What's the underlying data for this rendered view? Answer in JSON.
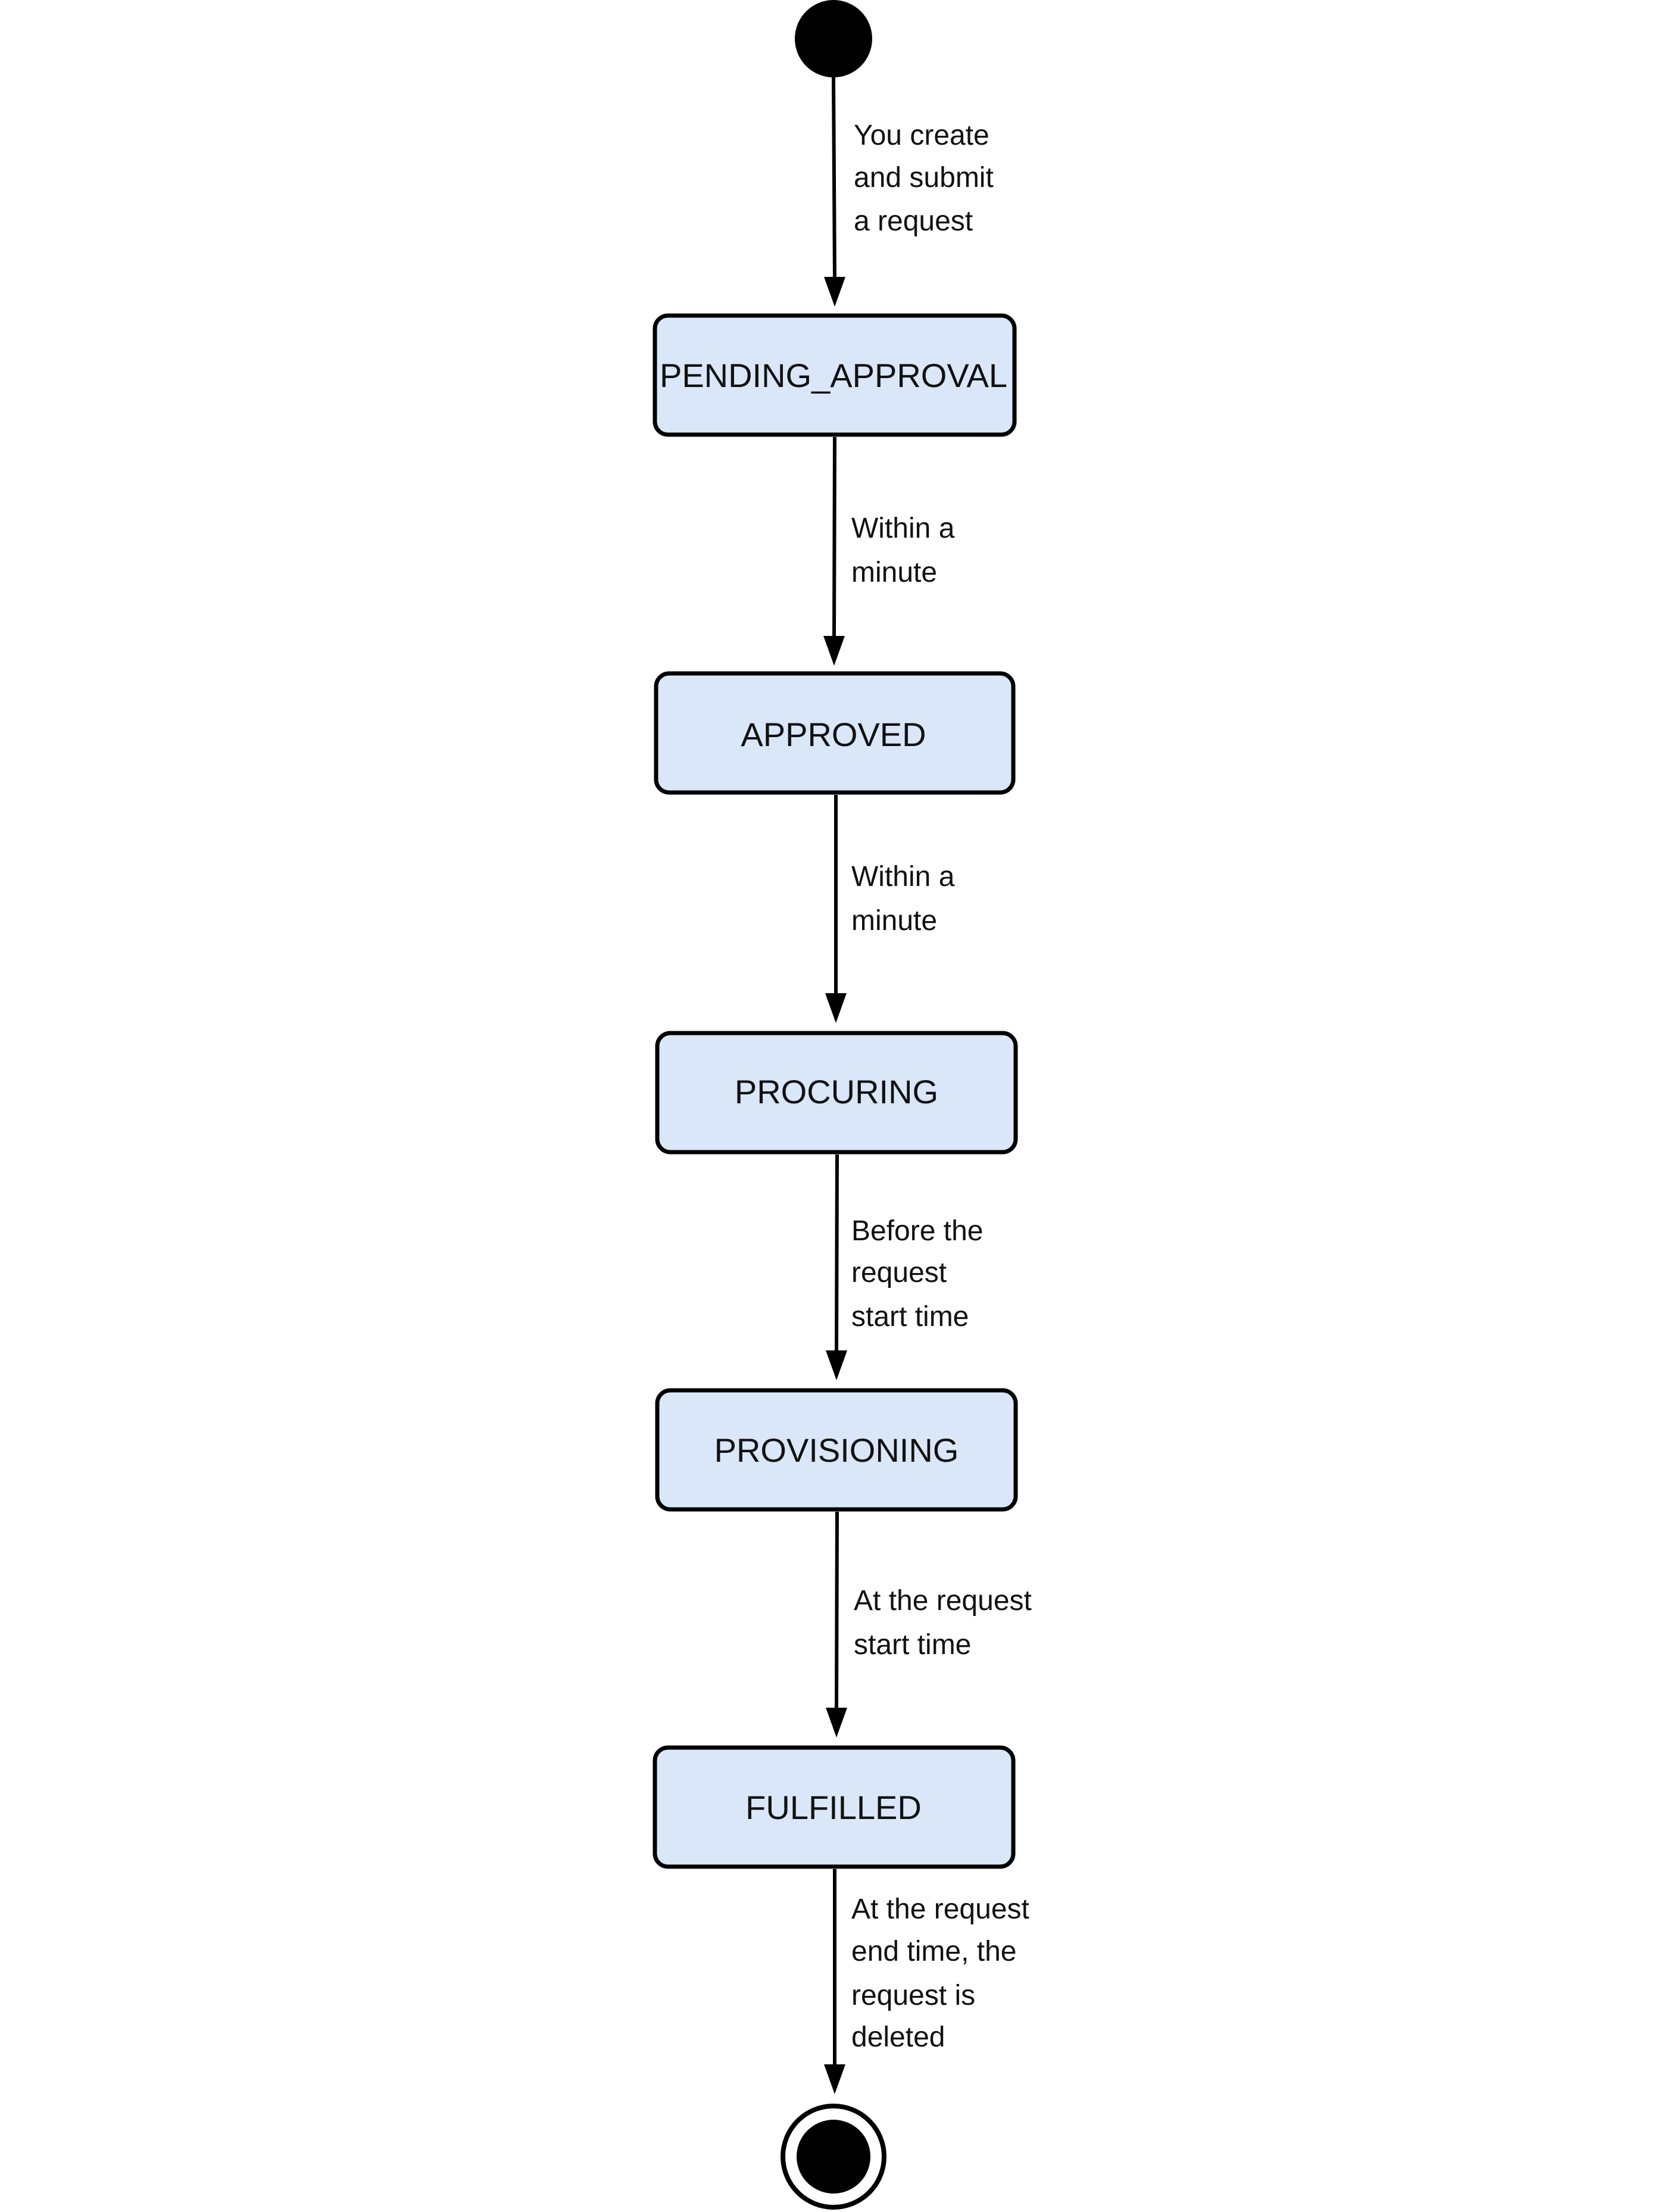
{
  "states": [
    {
      "id": "pending-approval",
      "label": "PENDING_APPROVAL"
    },
    {
      "id": "approved",
      "label": "APPROVED"
    },
    {
      "id": "procuring",
      "label": "PROCURING"
    },
    {
      "id": "provisioning",
      "label": "PROVISIONING"
    },
    {
      "id": "fulfilled",
      "label": "FULFILLED"
    }
  ],
  "transitions": [
    {
      "from": "start",
      "to": "pending-approval",
      "label_lines": [
        "You create",
        "and submit",
        "a request"
      ]
    },
    {
      "from": "pending-approval",
      "to": "approved",
      "label_lines": [
        "Within a",
        "minute"
      ]
    },
    {
      "from": "approved",
      "to": "procuring",
      "label_lines": [
        "Within a",
        "minute"
      ]
    },
    {
      "from": "procuring",
      "to": "provisioning",
      "label_lines": [
        "Before the",
        "request",
        "start time"
      ]
    },
    {
      "from": "provisioning",
      "to": "fulfilled",
      "label_lines": [
        "At the request",
        "start time"
      ]
    },
    {
      "from": "fulfilled",
      "to": "end",
      "label_lines": [
        "At the request",
        "end time, the",
        "request is",
        "deleted"
      ]
    }
  ],
  "colors": {
    "state_fill": "#d9e7f8",
    "stroke": "#000000"
  }
}
